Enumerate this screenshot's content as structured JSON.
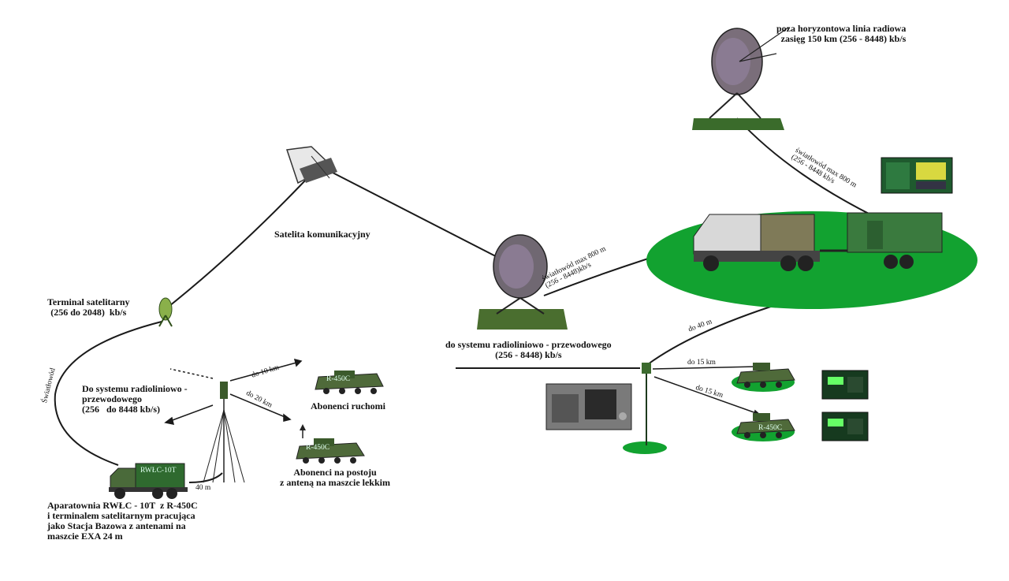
{
  "labels": {
    "radio_link_los": "poza horyzontowa linia radiowa\nzasięg 150 km (256 - 8448) kb/s",
    "fiber_top": "światłowód max 800 m\n(256 - 8448 kb/s",
    "fiber_mid": "światłowód max 800 m\n(256 - 8448)kb/s",
    "satellite": "Satelita komunikacyjny",
    "sat_terminal": "Terminal satelitarny\n(256 do 2048)  kb/s",
    "radio_system_right": "do systemu radioliniowo - przewodowego\n(256 - 8448) kb/s",
    "radio_system_left": "Do systemu radioliniowo -\nprzewodowego\n(256   do 8448 kb/s)",
    "fiber_left": "Światłowód",
    "dist_10km": "do 10 km",
    "dist_20km": "do 20 km",
    "mobile_subs": "Abonenci ruchomi",
    "parked_subs": "Abonenci na postoju\nz anteną na maszcie lekkim",
    "base_station": "Aparatownia RWŁC - 10T  z R-450C\ni terminalem satelitarnym pracująca\njako Stacja Bazowa z antenami na\nmaszcie EXA 24 m",
    "dist_40m_left": "40 m",
    "dist_40m_right": "do 40 m",
    "dist_15km_a": "do 15 km",
    "dist_15km_b": "do 15 km",
    "truck_plate": "RWŁC-10T",
    "apc1_plate": "R-450C",
    "apc2_plate": "R-450C",
    "apc3_plate": "R-450C"
  },
  "colors": {
    "green_field": "#12a230",
    "olive": "#4f5a2a",
    "line": "#1a1a1a"
  }
}
